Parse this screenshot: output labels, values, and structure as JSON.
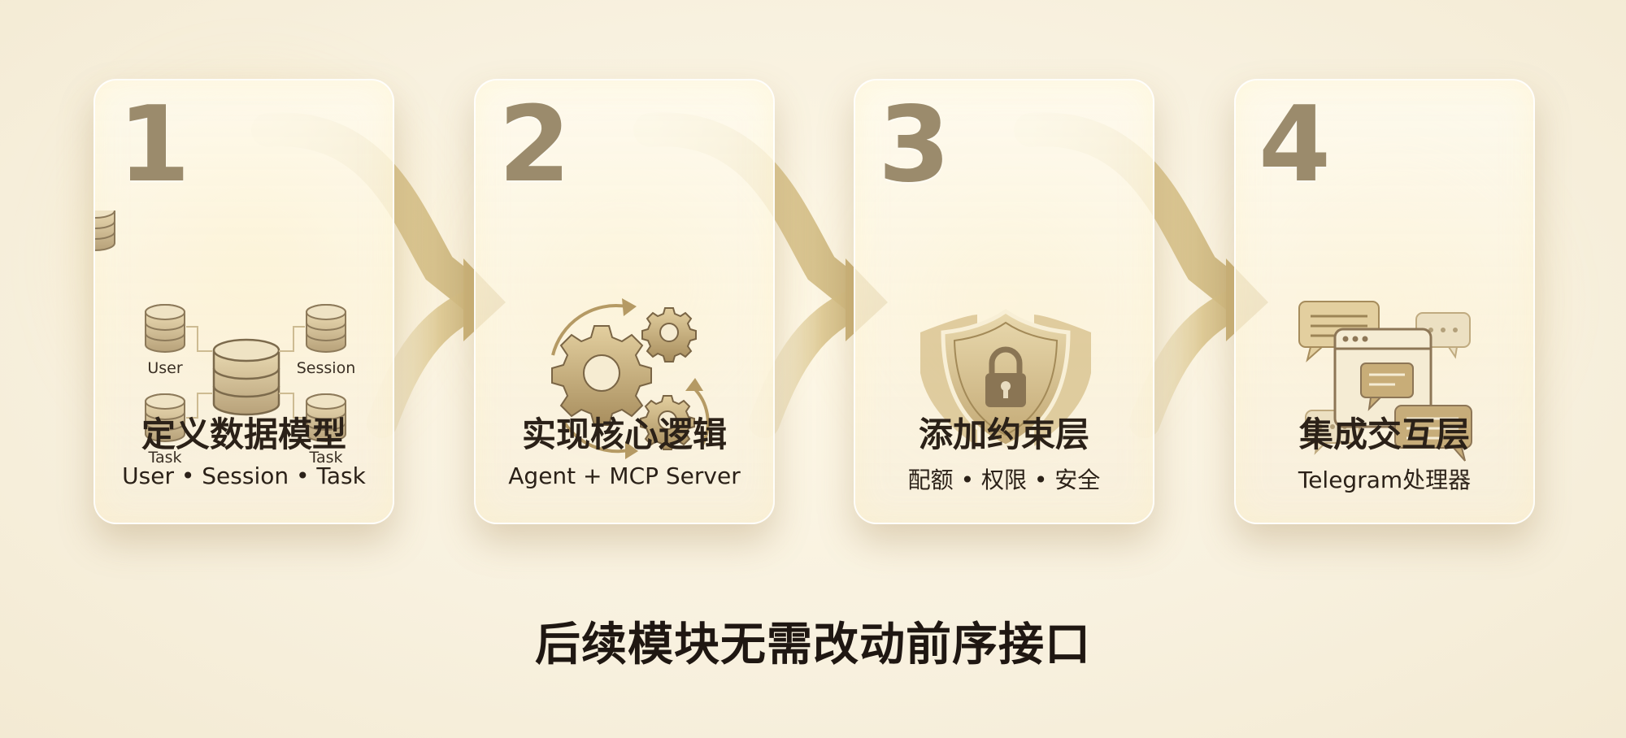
{
  "steps": [
    {
      "number": "1",
      "title": "定义数据模型",
      "subtitle": "User • Session • Task",
      "icon": "database-icon",
      "db_labels": {
        "top_left": "User",
        "top_right": "Session",
        "bottom_left": "Task",
        "bottom_right": "Task"
      }
    },
    {
      "number": "2",
      "title": "实现核心逻辑",
      "subtitle": "Agent + MCP Server",
      "icon": "gears-icon"
    },
    {
      "number": "3",
      "title": "添加约束层",
      "subtitle": "配额 • 权限 • 安全",
      "icon": "shield-lock-icon"
    },
    {
      "number": "4",
      "title": "集成交互层",
      "subtitle": "Telegram处理器",
      "icon": "chat-bubbles-icon"
    }
  ],
  "caption": "后续模块无需改动前序接口",
  "colors": {
    "accent": "#b59a64",
    "number": "#9b8b6c",
    "text": "#2b2118",
    "arrow": "#d8c38c"
  }
}
